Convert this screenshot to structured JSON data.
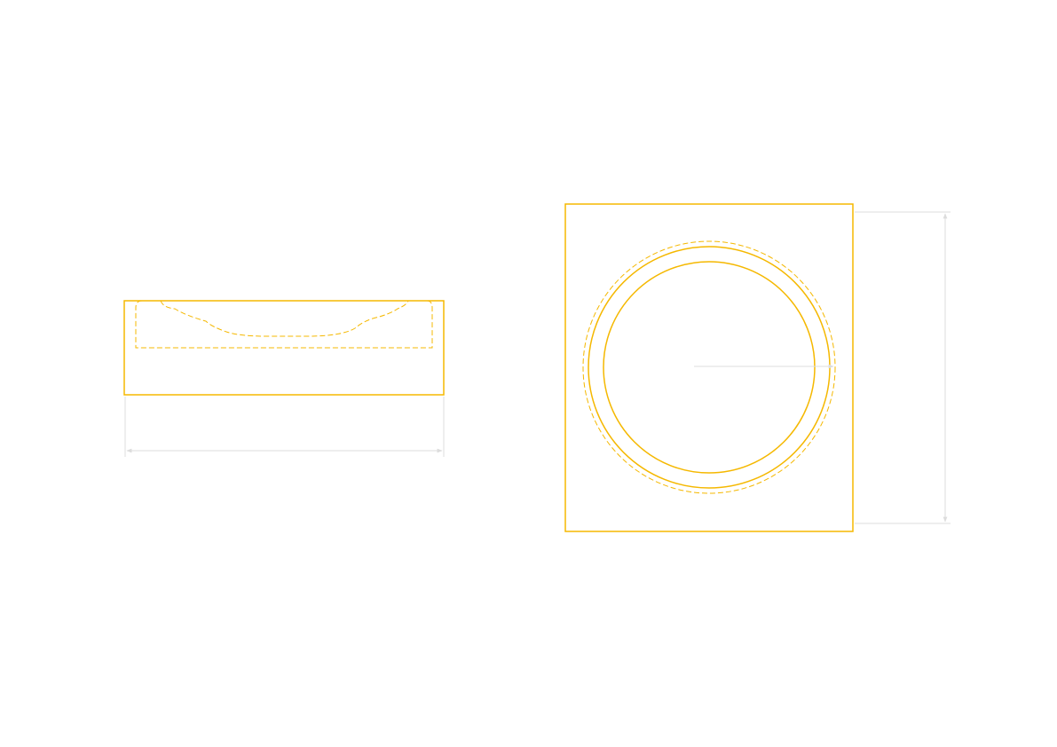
{
  "drawing": {
    "outline_color": "#F5B800",
    "dimension_color": "#DCDCDC",
    "background": "#FFFFFF"
  },
  "views": {
    "side_view": {
      "outline": "rectangle",
      "hidden_features": [
        "recess-profile"
      ],
      "dimension": {
        "orientation": "horizontal",
        "label": ""
      }
    },
    "top_view": {
      "outline": "square",
      "features": [
        "outer-circle",
        "inner-circle",
        "hidden-circle"
      ],
      "dimensions": [
        {
          "orientation": "vertical",
          "label": ""
        },
        {
          "type": "radius",
          "label": ""
        }
      ]
    }
  }
}
